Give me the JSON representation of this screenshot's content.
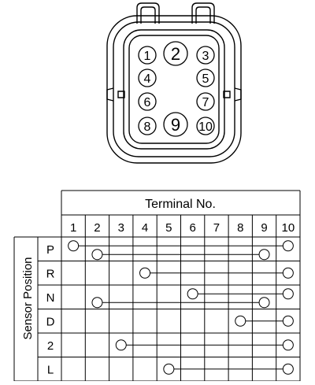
{
  "connector": {
    "pins": [
      {
        "label": "1",
        "large": false
      },
      {
        "label": "2",
        "large": true
      },
      {
        "label": "3",
        "large": false
      },
      {
        "label": "4",
        "large": false
      },
      {
        "label": "5",
        "large": false
      },
      {
        "label": "6",
        "large": false
      },
      {
        "label": "7",
        "large": false
      },
      {
        "label": "8",
        "large": false
      },
      {
        "label": "9",
        "large": true
      },
      {
        "label": "10",
        "large": false
      }
    ]
  },
  "table": {
    "header_title": "Terminal No.",
    "side_title": "Sensor Position",
    "terminals": [
      "1",
      "2",
      "3",
      "4",
      "5",
      "6",
      "7",
      "8",
      "9",
      "10"
    ],
    "positions": [
      {
        "label": "P",
        "connections": [
          [
            1,
            10
          ],
          [
            2,
            9
          ]
        ]
      },
      {
        "label": "R",
        "connections": [
          [
            4,
            10
          ]
        ]
      },
      {
        "label": "N",
        "connections": [
          [
            6,
            10
          ],
          [
            2,
            9
          ]
        ]
      },
      {
        "label": "D",
        "connections": [
          [
            8,
            10
          ]
        ]
      },
      {
        "label": "2",
        "connections": [
          [
            3,
            10
          ]
        ]
      },
      {
        "label": "L",
        "connections": [
          [
            5,
            10
          ]
        ]
      }
    ]
  }
}
